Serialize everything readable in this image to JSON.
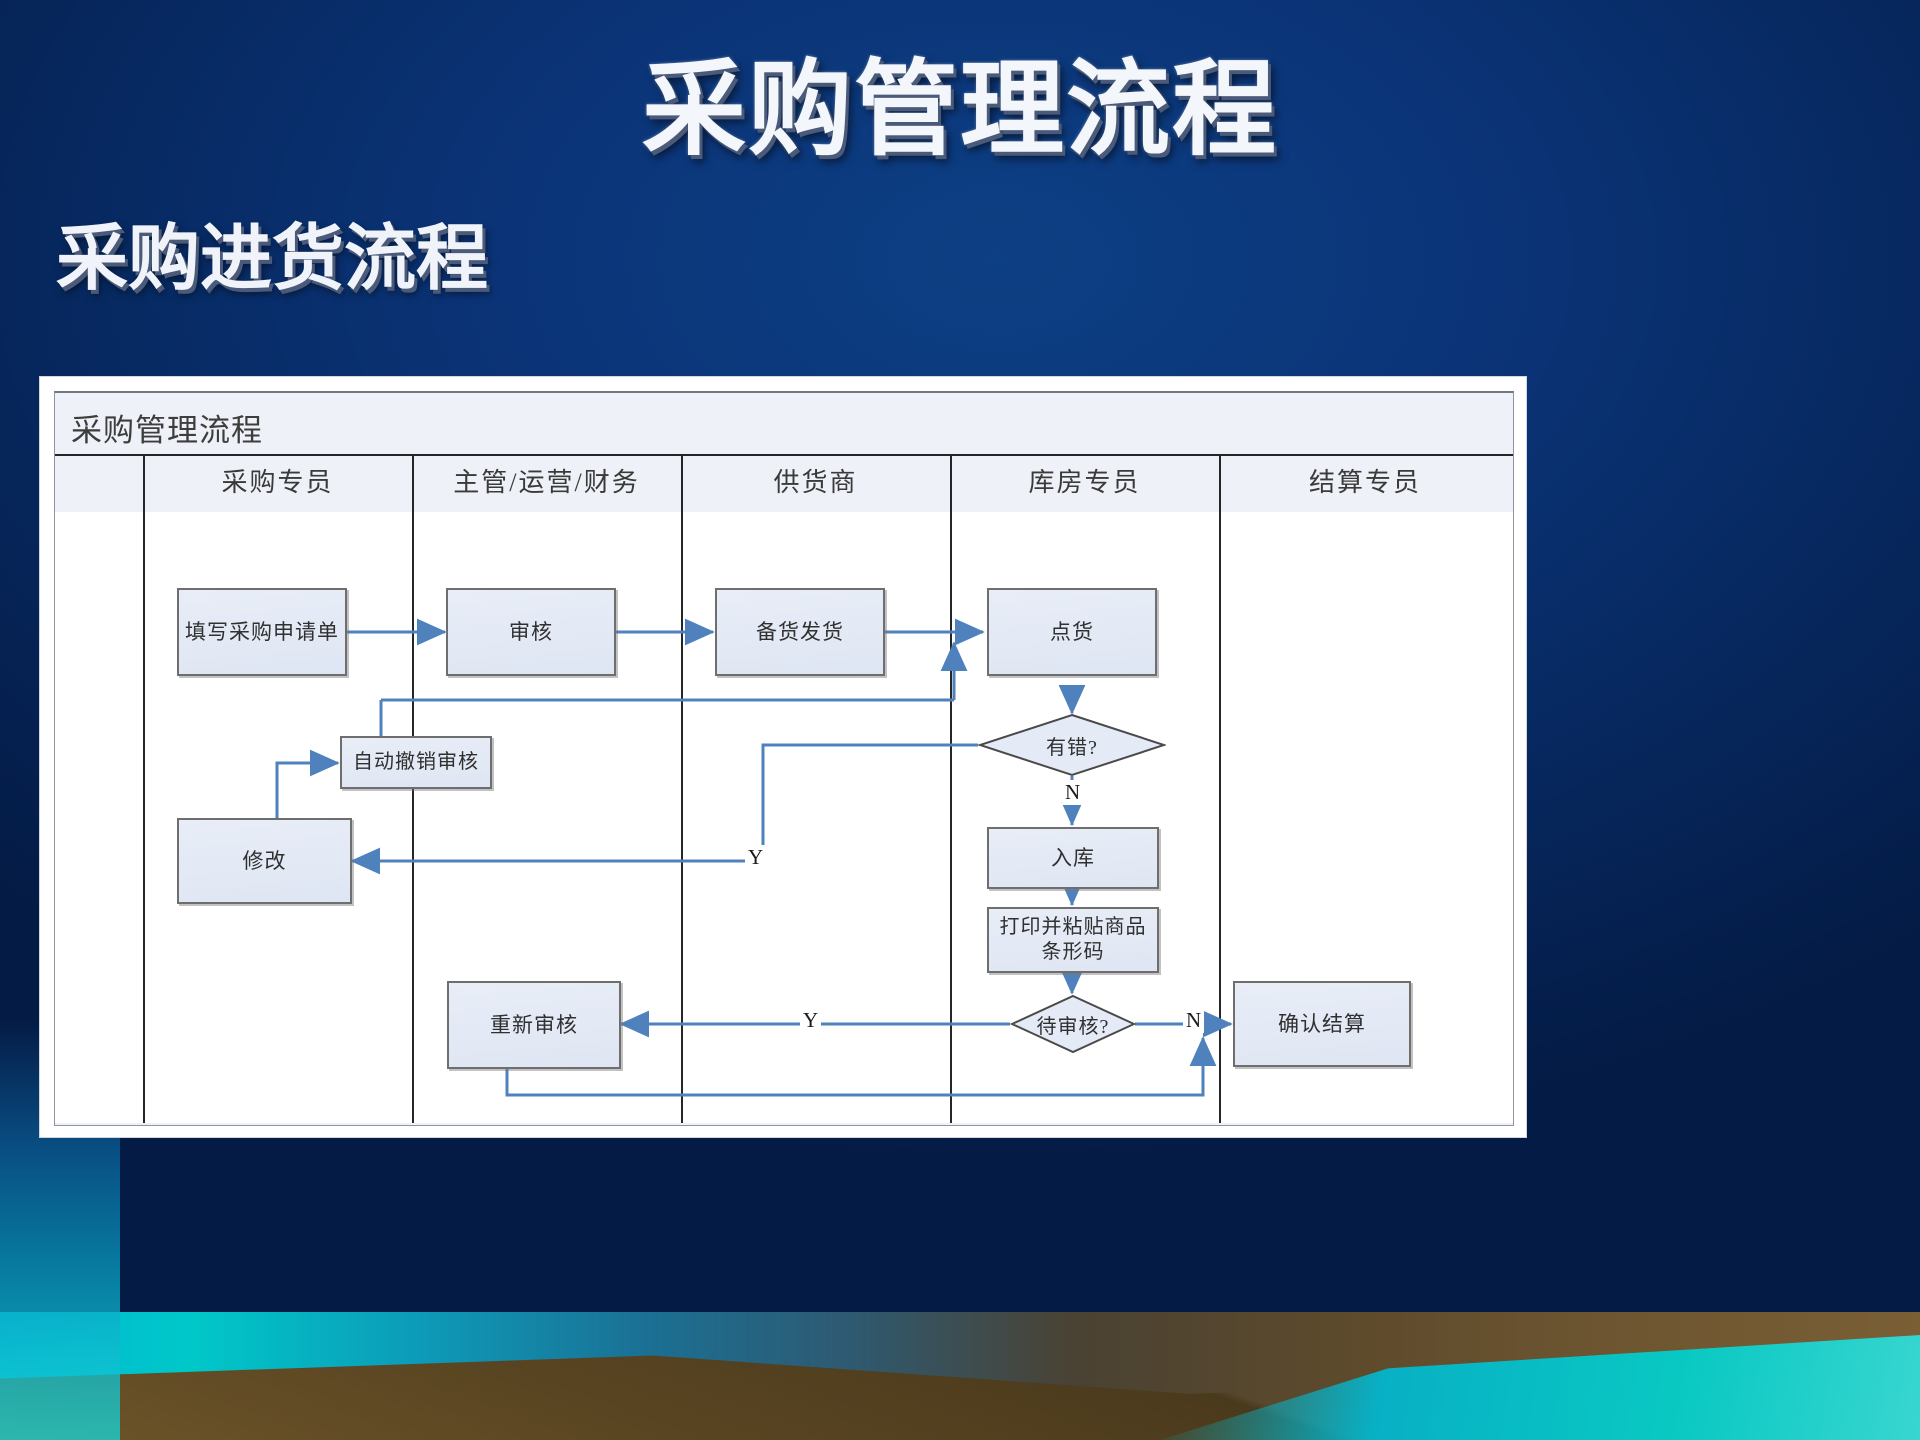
{
  "slide": {
    "title": "采购管理流程",
    "subtitle": "采购进货流程"
  },
  "flowchart": {
    "title": "采购管理流程",
    "lanes": [
      {
        "id": "lane-purchaser",
        "label": "采购专员"
      },
      {
        "id": "lane-manager",
        "label": "主管/运营/财务"
      },
      {
        "id": "lane-supplier",
        "label": "供货商"
      },
      {
        "id": "lane-warehouse",
        "label": "库房专员"
      },
      {
        "id": "lane-settle",
        "label": "结算专员"
      }
    ],
    "nodes": [
      {
        "id": "n-fill",
        "label": "填写采购申请单",
        "shape": "rect",
        "lane": "采购专员"
      },
      {
        "id": "n-review",
        "label": "审核",
        "shape": "rect",
        "lane": "主管/运营/财务"
      },
      {
        "id": "n-prepare",
        "label": "备货发货",
        "shape": "rect",
        "lane": "供货商"
      },
      {
        "id": "n-count",
        "label": "点货",
        "shape": "rect",
        "lane": "库房专员"
      },
      {
        "id": "n-haserror",
        "label": "有错?",
        "shape": "diamond",
        "lane": "库房专员"
      },
      {
        "id": "n-instock",
        "label": "入库",
        "shape": "rect",
        "lane": "库房专员"
      },
      {
        "id": "n-barcode",
        "label": "打印并粘贴商品\n条形码",
        "shape": "rect",
        "lane": "库房专员"
      },
      {
        "id": "n-pending",
        "label": "待审核?",
        "shape": "diamond",
        "lane": "库房专员"
      },
      {
        "id": "n-cancel",
        "label": "自动撤销审核",
        "shape": "rect",
        "lane": "采购专员"
      },
      {
        "id": "n-modify",
        "label": "修改",
        "shape": "rect",
        "lane": "采购专员"
      },
      {
        "id": "n-recheck",
        "label": "重新审核",
        "shape": "rect",
        "lane": "主管/运营/财务"
      },
      {
        "id": "n-settle",
        "label": "确认结算",
        "shape": "rect",
        "lane": "结算专员"
      }
    ],
    "edge_labels": {
      "no_error": "N",
      "yes_error": "Y",
      "pending_yes": "Y",
      "pending_no": "N"
    },
    "colors": {
      "connector": "#4f81bd",
      "node_fill": "#e3eaf6",
      "node_border": "#6e6e6e",
      "lane_border": "#262626",
      "panel_bg": "#eef1f7",
      "slide_bg": "#0b3478",
      "title_text": "#f3f6fb"
    }
  }
}
